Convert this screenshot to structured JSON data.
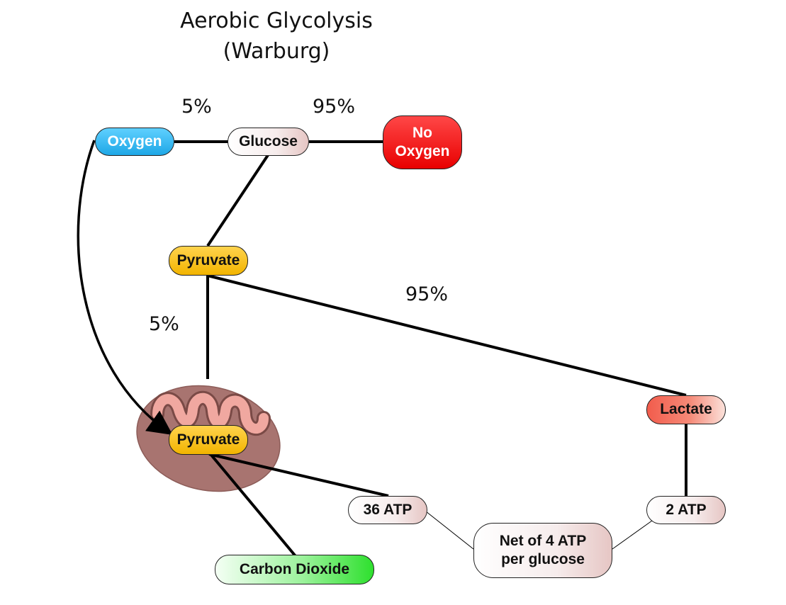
{
  "title": {
    "line1": "Aerobic Glycolysis",
    "line2": "(Warburg)"
  },
  "percentages": {
    "oxygen_glucose": "5%",
    "glucose_nooxygen": "95%",
    "pyruvate_lactate": "95%",
    "pyruvate_mito": "5%"
  },
  "nodes": {
    "oxygen": "Oxygen",
    "glucose": "Glucose",
    "no_oxygen_line1": "No",
    "no_oxygen_line2": "Oxygen",
    "pyruvate_top": "Pyruvate",
    "pyruvate_mito": "Pyruvate",
    "lactate": "Lactate",
    "atp36": "36 ATP",
    "atp2": "2 ATP",
    "net_line1": "Net of 4 ATP",
    "net_line2": "per glucose",
    "co2": "Carbon Dioxide"
  },
  "colors": {
    "oxygen": "#1ea7e6",
    "no_oxygen": "#e80000",
    "pyruvate": "#f2b400",
    "lactate": "#f25c4c",
    "carbon_dioxide": "#2ee02e",
    "mitochondrion": "#a87470"
  }
}
